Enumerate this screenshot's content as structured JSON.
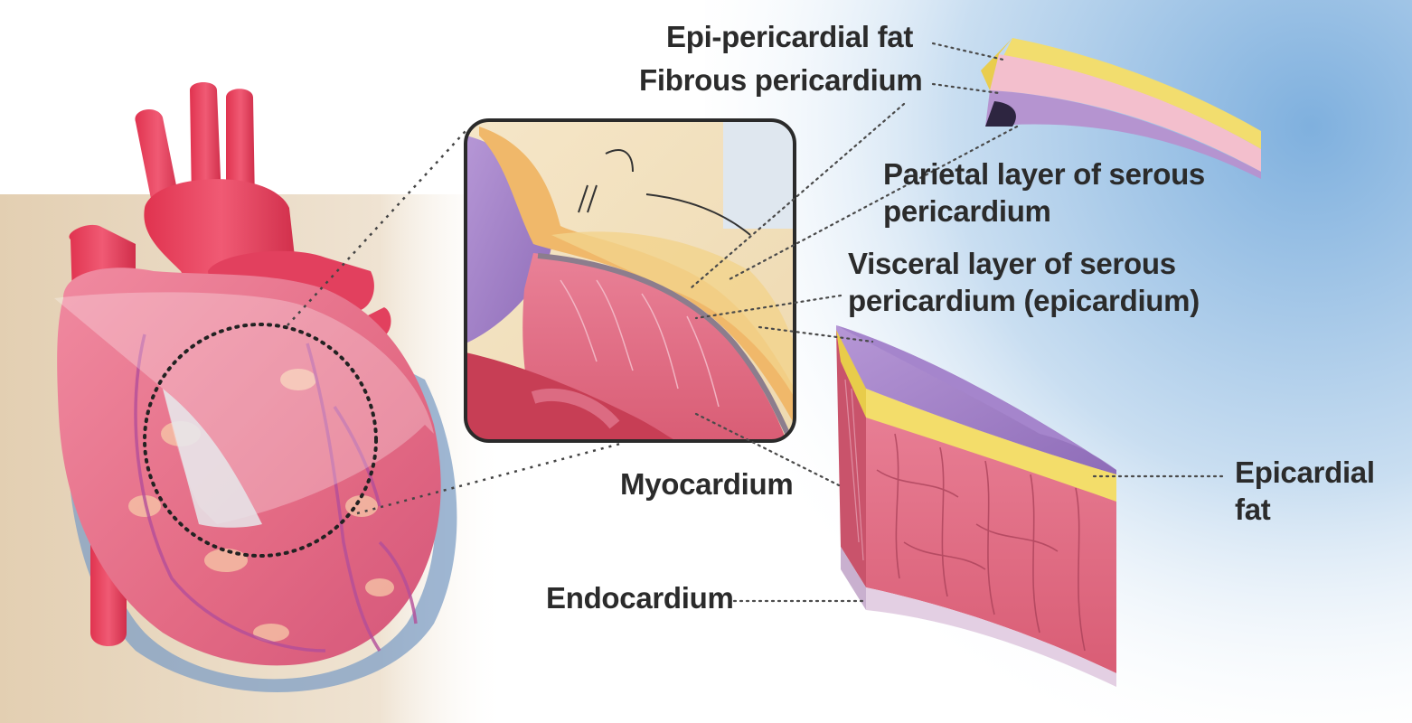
{
  "labels": {
    "epi_pericardial_fat": "Epi-pericardial fat",
    "fibrous_pericardium": "Fibrous pericardium",
    "parietal_line1": "Parietal layer of serous",
    "parietal_line2": "pericardium",
    "visceral_line1": "Visceral layer of serous",
    "visceral_line2": "pericardium (epicardium)",
    "myocardium": "Myocardium",
    "endocardium": "Endocardium",
    "epicardial_fat_line1": "Epicardial",
    "epicardial_fat_line2": "fat"
  },
  "colors": {
    "heart_pink": "#e8617a",
    "vessel_red": "#e83f5e",
    "fat_yellow": "#f2df72",
    "pericardium_pink": "#f3c2cf",
    "serous_purple": "#9b7cc0",
    "myocardium_red": "#d85a6e",
    "background_blue": "#9fc3e6",
    "background_tan": "#e6d3b8"
  }
}
